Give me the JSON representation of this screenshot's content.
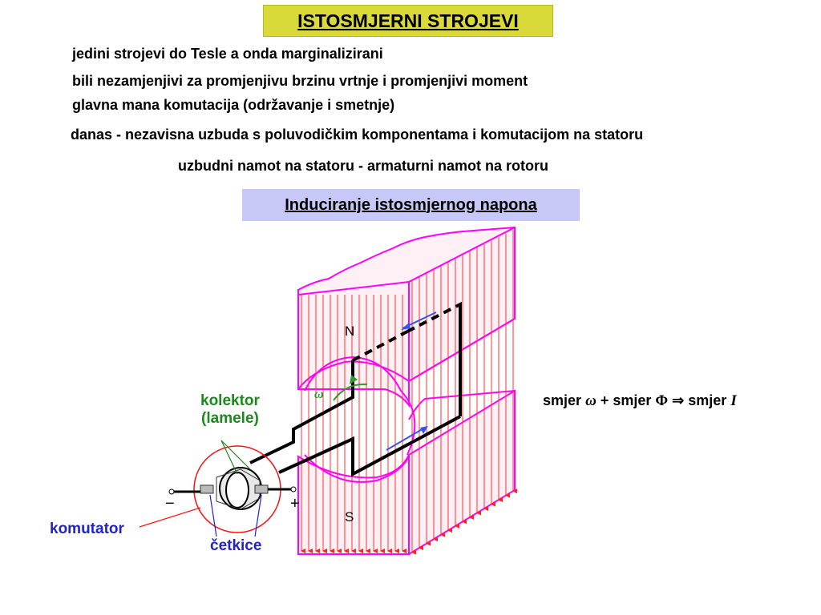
{
  "title": "ISTOSMJERNI STROJEVI",
  "bullets": [
    "jedini strojevi do Tesle a onda marginalizirani",
    "bili nezamjenjivi za promjenjivu brzinu vrtnje i promjenjivi moment",
    "glavna mana komutacija (održavanje i smetnje)",
    "danas - nezavisna uzbuda s poluvodičkim komponentama i komutacijom na statoru",
    "uzbudni namot na statoru - armaturni namot na rotoru"
  ],
  "subtitle": "Induciranje istosmjernog napona",
  "diagram": {
    "kolektor_label_1": "kolektor",
    "kolektor_label_2": "(lamele)",
    "komutator_label": "komutator",
    "cetkice_label": "četkice",
    "pole_n": "N",
    "pole_s": "S",
    "minus": "−",
    "plus": "+",
    "omega_glyph": "ω"
  },
  "formula": {
    "part1": "smjer",
    "omega": "ω",
    "part2": "+ smjer",
    "phi": "Φ",
    "arrow": "⇒",
    "part3": "smjer",
    "current": "I"
  },
  "colors": {
    "title_bg": "#d9d93a",
    "subtitle_bg": "#c8c8f8",
    "magnet": "#ff00ff",
    "field_lines": "#ff3030",
    "label_green": "#1b8a1b",
    "label_blue": "#2222cc"
  }
}
